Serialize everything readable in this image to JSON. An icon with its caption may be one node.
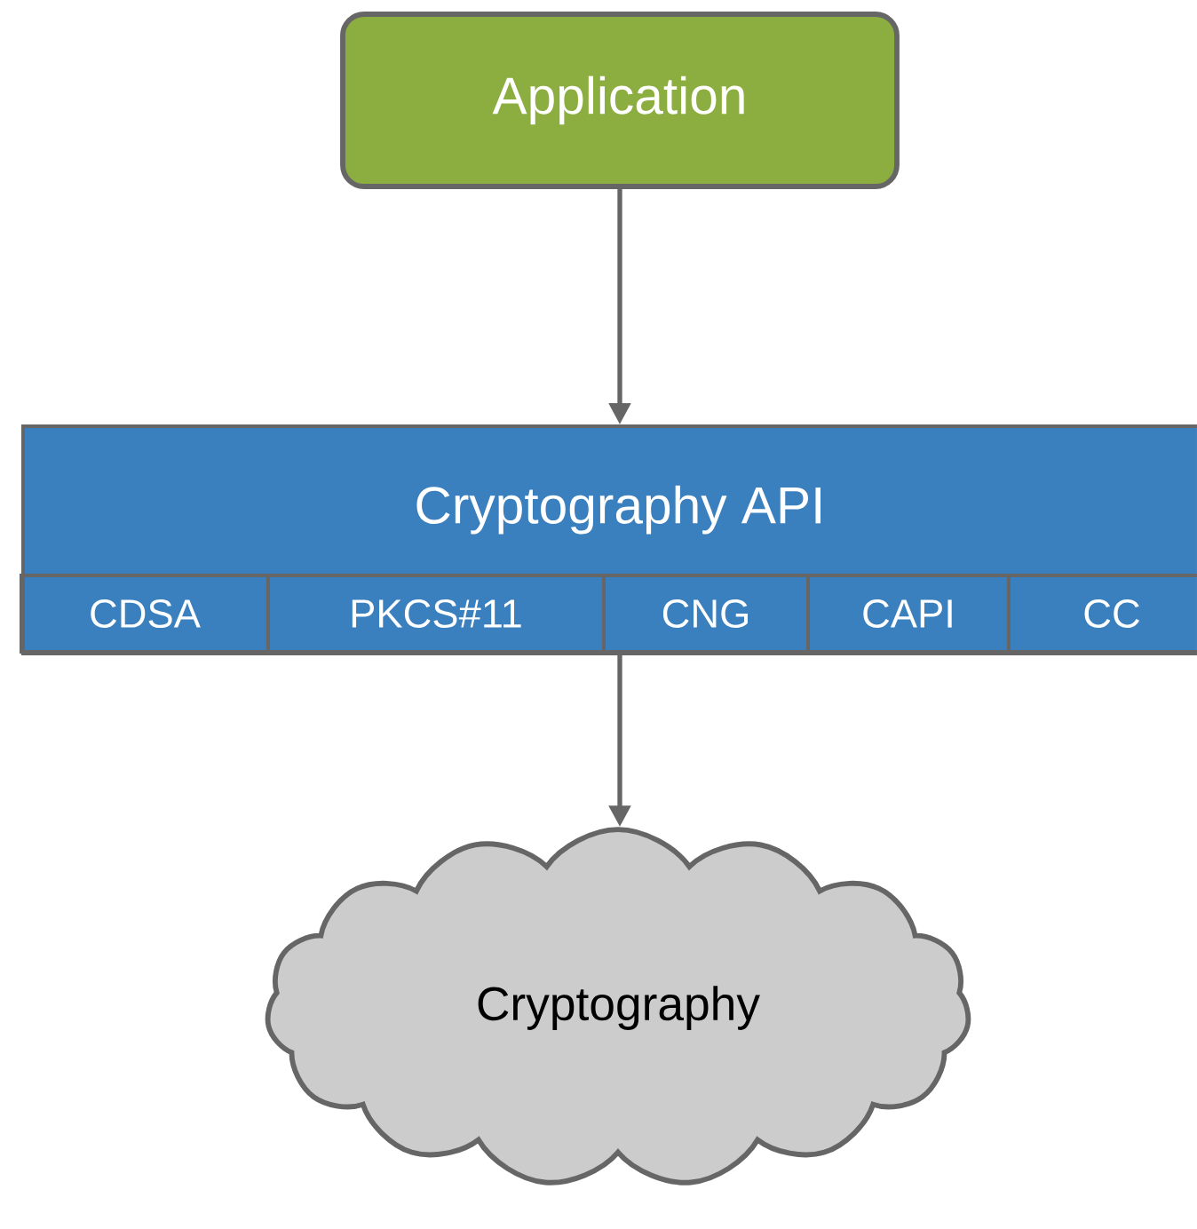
{
  "diagram": {
    "nodes": [
      {
        "text": [
          "Application"
        ]
      },
      {
        "text": [
          "Cryptography API"
        ]
      },
      {
        "text": [
          "CDSA"
        ],
        "in": 1
      },
      {
        "text": [
          "PKCS#11"
        ],
        "in": 1
      },
      {
        "text": [
          "CNG"
        ],
        "in": 1
      },
      {
        "text": [
          "CAPI"
        ],
        "in": 1
      },
      {
        "text": [
          "CC"
        ],
        "in": 1
      },
      {
        "text": [
          "Cryptography"
        ]
      }
    ],
    "edges": [
      {
        "from": 0,
        "to": 1,
        "arrow": "to"
      },
      {
        "from": 1,
        "to": 7,
        "arrow": "to"
      }
    ]
  }
}
